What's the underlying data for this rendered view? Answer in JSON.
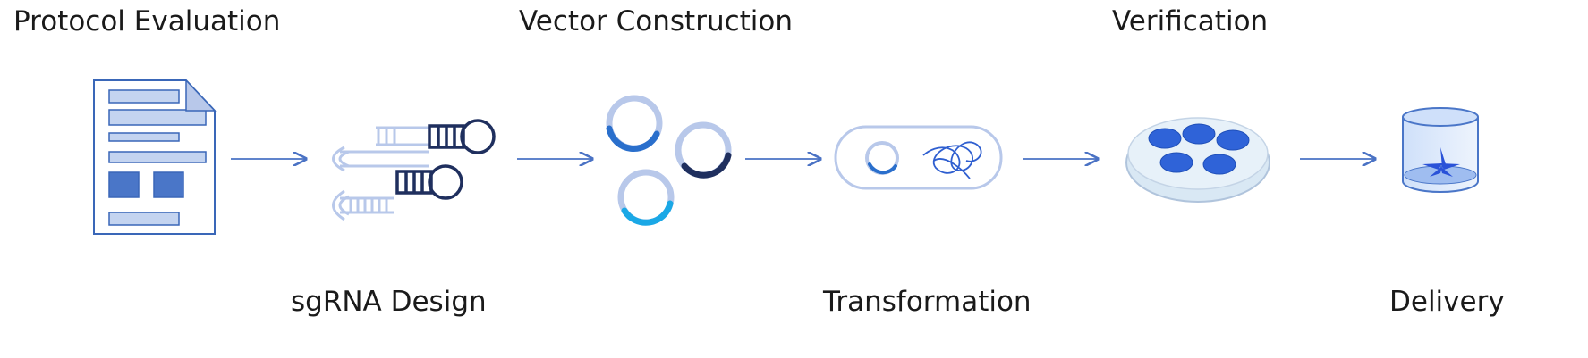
{
  "steps": [
    {
      "label": "Protocol Evaluation",
      "icon": "document-icon"
    },
    {
      "label": "sgRNA Design",
      "icon": "sgrna-icon"
    },
    {
      "label": "Vector Construction",
      "icon": "plasmid-vectors-icon"
    },
    {
      "label": "Transformation",
      "icon": "bacterium-icon"
    },
    {
      "label": "Verification",
      "icon": "petri-dish-icon"
    },
    {
      "label": "Delivery",
      "icon": "culture-jar-icon"
    }
  ],
  "colors": {
    "light_blue": "#b8c8ea",
    "mid_blue": "#4a76c8",
    "dark_navy": "#1f2f5e",
    "cyan": "#1aa8e6",
    "royal_blue": "#2f5fd0",
    "arrow": "#4a72c4"
  }
}
